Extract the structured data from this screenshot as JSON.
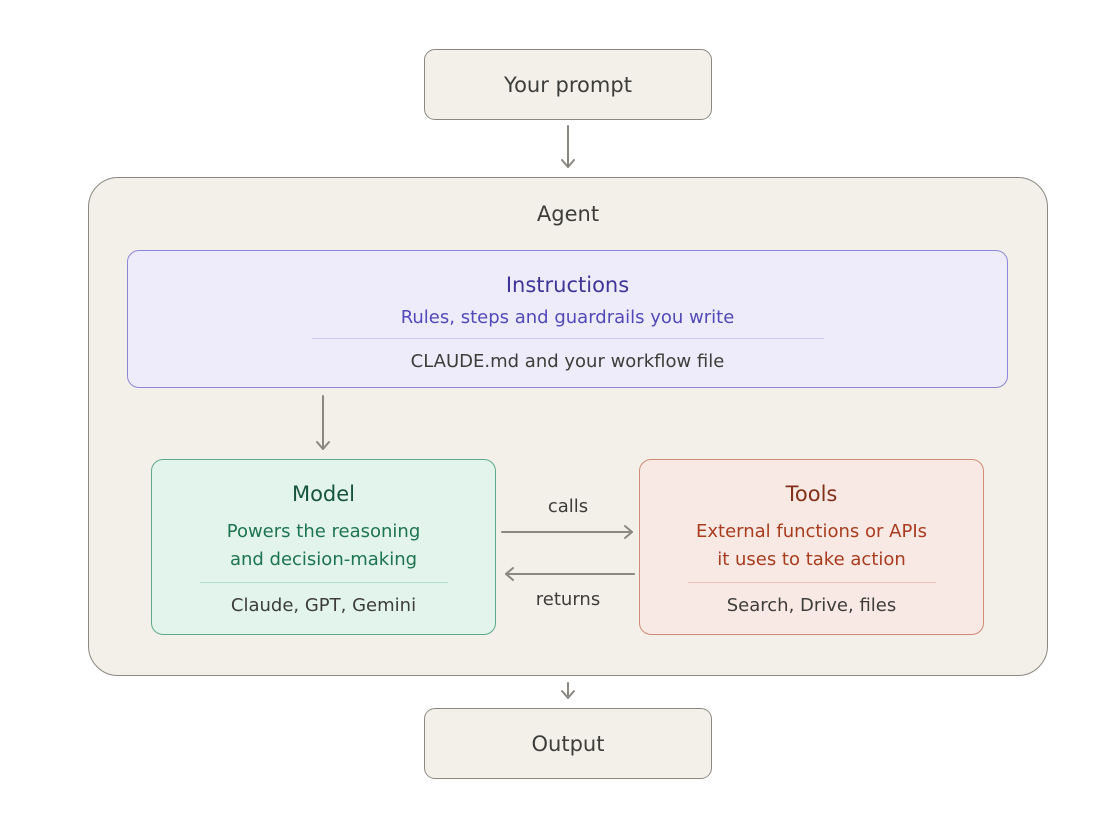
{
  "prompt": {
    "label": "Your prompt"
  },
  "agent": {
    "title": "Agent",
    "instructions": {
      "title": "Instructions",
      "subtitle": "Rules, steps and guardrails you write",
      "detail": "CLAUDE.md and your workflow file"
    },
    "model": {
      "title": "Model",
      "subtitle_line1": "Powers the reasoning",
      "subtitle_line2": "and decision-making",
      "detail": "Claude, GPT, Gemini"
    },
    "tools": {
      "title": "Tools",
      "subtitle_line1": "External functions or APIs",
      "subtitle_line2": "it uses to take action",
      "detail": "Search, Drive, files"
    }
  },
  "edges": {
    "calls": "calls",
    "returns": "returns"
  },
  "output": {
    "label": "Output"
  },
  "colors": {
    "neutral_fill": "#f3f0ea",
    "neutral_stroke": "#8a8880",
    "instructions_fill": "#eeecfb",
    "model_fill": "#e2f4ec",
    "tools_fill": "#f9e9e4",
    "arrow": "#8a8880"
  }
}
